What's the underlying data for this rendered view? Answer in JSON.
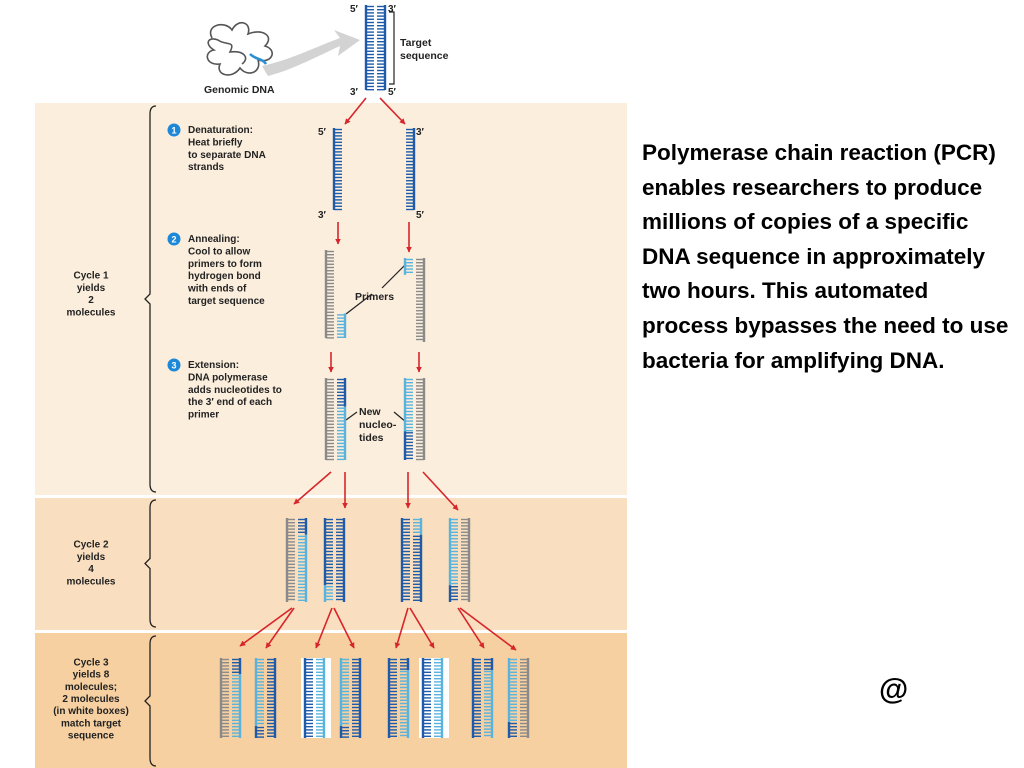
{
  "header": {
    "genomic_label": "Genomic DNA",
    "target_label_line1": "Target",
    "target_label_line2": "sequence",
    "prime5": "5′",
    "prime3": "3′"
  },
  "cycles": [
    {
      "lines": [
        "Cycle 1",
        "yields",
        "2",
        "molecules"
      ]
    },
    {
      "lines": [
        "Cycle 2",
        "yields",
        "4",
        "molecules"
      ]
    },
    {
      "lines": [
        "Cycle 3",
        "yields 8",
        "molecules;",
        "2 molecules",
        "(in white boxes)",
        "match target",
        "sequence"
      ]
    }
  ],
  "steps": [
    {
      "number": "1",
      "lines": [
        "Denaturation:",
        "Heat briefly",
        "to separate DNA",
        "strands"
      ]
    },
    {
      "number": "2",
      "lines": [
        "Annealing:",
        "Cool to allow",
        "primers to form",
        "hydrogen bond",
        "with ends of",
        "target sequence"
      ]
    },
    {
      "number": "3",
      "lines": [
        "Extension:",
        "DNA polymerase",
        "adds nucleotides to",
        "the 3′ end of each",
        "primer"
      ]
    }
  ],
  "labels": {
    "primers": "Primers",
    "new_nucleotides": [
      "New",
      "nucleo-",
      "tides"
    ]
  },
  "caption": "Polymerase chain reaction (PCR) enables researchers to produce millions of copies of a specific DNA sequence in approximately two hours. This automated process bypasses the need to use bacteria for amplifying DNA.",
  "corner_mark": "@",
  "colors": {
    "panel_cycle1": "#fbeedd",
    "panel_cycle2": "#f9dfbf",
    "panel_cycle3": "#f6d0a1",
    "dark_strand": "#1f5ba8",
    "light_strand": "#5ab3dd",
    "grey_rung": "#8a8a8a",
    "arrow_red": "#d7252b",
    "step_blue": "#1e88d8"
  }
}
